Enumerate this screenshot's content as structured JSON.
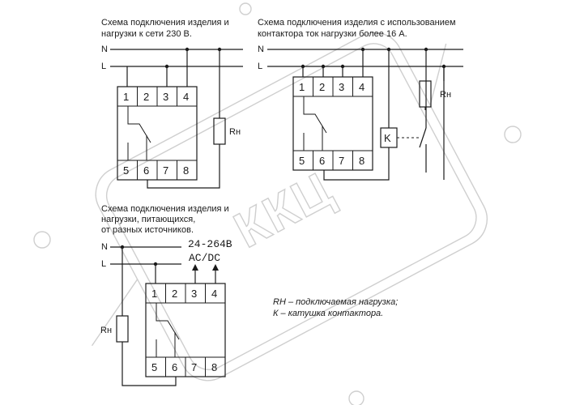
{
  "diagram1": {
    "title_line1": "Схема подключения изделия и",
    "title_line2": "нагрузки к сети 230 В.",
    "n_label": "N",
    "l_label": "L",
    "load_label": "Rн",
    "terminals_top": [
      "1",
      "2",
      "3",
      "4"
    ],
    "terminals_bottom": [
      "5",
      "6",
      "7",
      "8"
    ]
  },
  "diagram2": {
    "title_line1": "Схема подключения изделия с использованием",
    "title_line2": "контактора ток нагрузки более 16 А.",
    "n_label": "N",
    "l_label": "L",
    "load_label": "Rн",
    "coil_label": "K",
    "terminals_top": [
      "1",
      "2",
      "3",
      "4"
    ],
    "terminals_bottom": [
      "5",
      "6",
      "7",
      "8"
    ]
  },
  "diagram3": {
    "title_line1": "Схема подключения изделия и",
    "title_line2": "нагрузки, питающихся,",
    "title_line3": "от разных источников.",
    "n_label": "N",
    "l_label": "L",
    "supply_line1": "24-264В",
    "supply_line2": "AC/DC",
    "load_label": "Rн",
    "terminals_top": [
      "1",
      "2",
      "3",
      "4"
    ],
    "terminals_bottom": [
      "5",
      "6",
      "7",
      "8"
    ]
  },
  "legend": {
    "line1": "RH – подключаемая нагрузка;",
    "line2": "К – катушка контактора."
  },
  "watermark": {
    "text": "ККЦ"
  },
  "colors": {
    "ink": "#1a1a1a",
    "watermark": "#cfcfcf",
    "background": "#ffffff"
  }
}
